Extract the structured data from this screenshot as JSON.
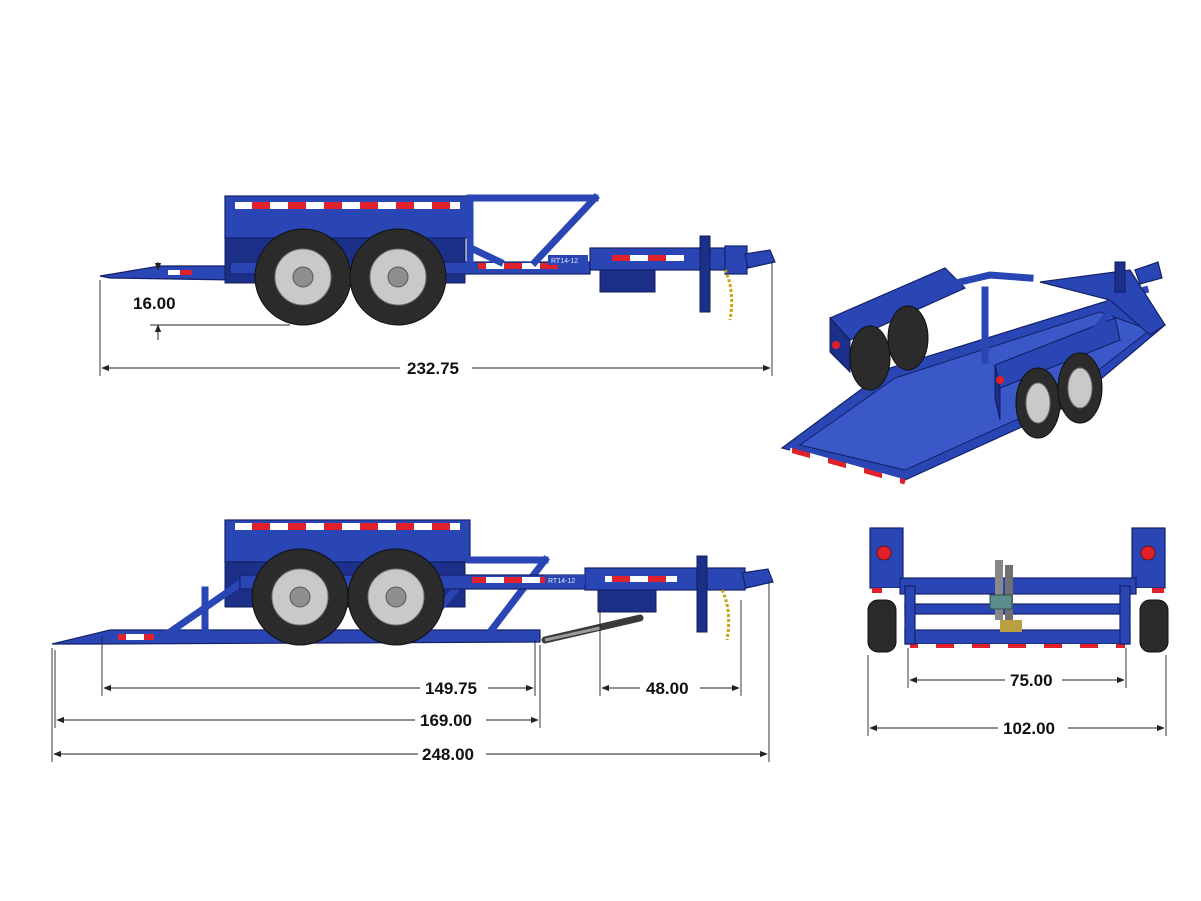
{
  "views": {
    "side_upper": {
      "model_label": "RT14-12"
    },
    "side_lower": {
      "model_label": "RT14-12"
    }
  },
  "dimensions": {
    "deck_height": "16.00",
    "overall_length_upper": "232.75",
    "deck_length": "149.75",
    "tongue_length": "48.00",
    "frame_length": "169.00",
    "overall_length_lower": "248.00",
    "inner_width": "75.00",
    "overall_width": "102.00"
  },
  "colors": {
    "frame": "#2a46b4",
    "reflector_red": "#e0202a",
    "reflector_white": "#ffffff",
    "tire": "#2b2b2b",
    "chain": "#c9a21a"
  }
}
